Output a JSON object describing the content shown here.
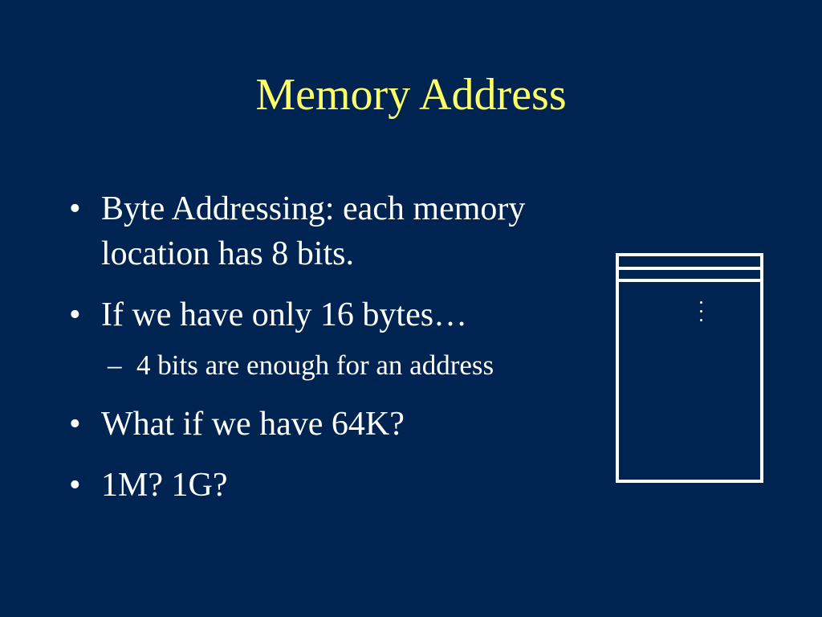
{
  "slide": {
    "title": "Memory Address",
    "bullets": [
      {
        "text": "Byte Addressing: each memory location has 8 bits."
      },
      {
        "text": "If we have only 16 bytes…"
      },
      {
        "text": "What if we have 64K?"
      },
      {
        "text": "1M?  1G?"
      }
    ],
    "sub_bullets": [
      {
        "marker": "–",
        "text": "4 bits are enough for an address"
      }
    ],
    "bullet_marker": "•",
    "title_color": "#ffff66",
    "background_color": "#002451"
  }
}
